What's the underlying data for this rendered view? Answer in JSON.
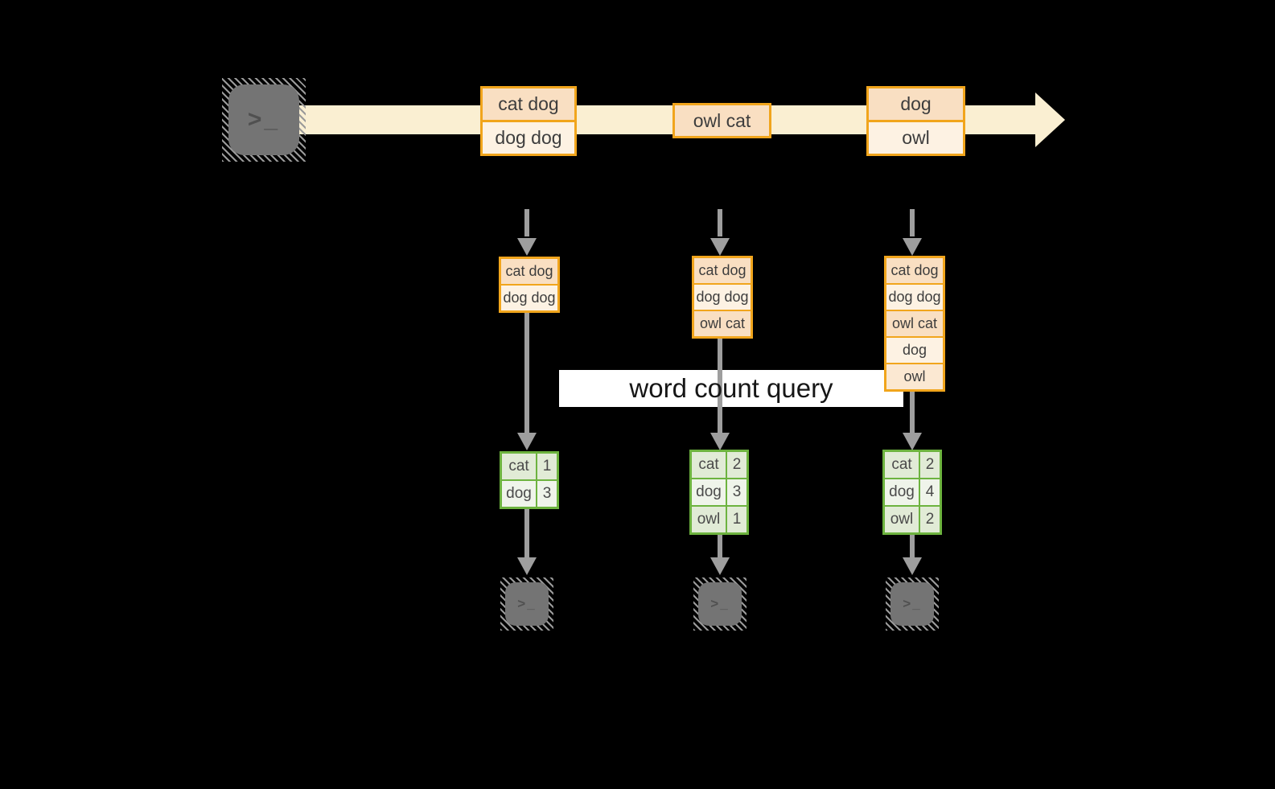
{
  "query_label": "word count query",
  "terminal_glyph": ">_",
  "timeline_events": [
    {
      "rows": [
        "cat dog",
        "dog dog"
      ]
    },
    {
      "rows": [
        "owl cat"
      ]
    },
    {
      "rows": [
        "dog",
        "owl"
      ]
    }
  ],
  "columns": [
    {
      "buffer": [
        "cat dog",
        "dog dog"
      ],
      "counts": [
        {
          "word": "cat",
          "count": "1"
        },
        {
          "word": "dog",
          "count": "3"
        }
      ]
    },
    {
      "buffer": [
        "cat dog",
        "dog dog",
        "owl cat"
      ],
      "counts": [
        {
          "word": "cat",
          "count": "2"
        },
        {
          "word": "dog",
          "count": "3"
        },
        {
          "word": "owl",
          "count": "1"
        }
      ]
    },
    {
      "buffer": [
        "cat dog",
        "dog dog",
        "owl cat",
        "dog",
        "owl"
      ],
      "counts": [
        {
          "word": "cat",
          "count": "2"
        },
        {
          "word": "dog",
          "count": "4"
        },
        {
          "word": "owl",
          "count": "2"
        }
      ]
    }
  ],
  "colors": {
    "stream_band": "#FAEFD2",
    "event_border": "#F1A51C",
    "event_fill_dark": "#F9DFC2",
    "event_fill_light": "#FDF2E3",
    "table_border": "#6DB33F",
    "table_fill_dark": "#E1EBD6",
    "table_fill_light": "#EFF4EA",
    "connector_gray": "#9E9E9E",
    "terminal_gray": "#747474",
    "query_band_bg": "#FFFFFF"
  }
}
